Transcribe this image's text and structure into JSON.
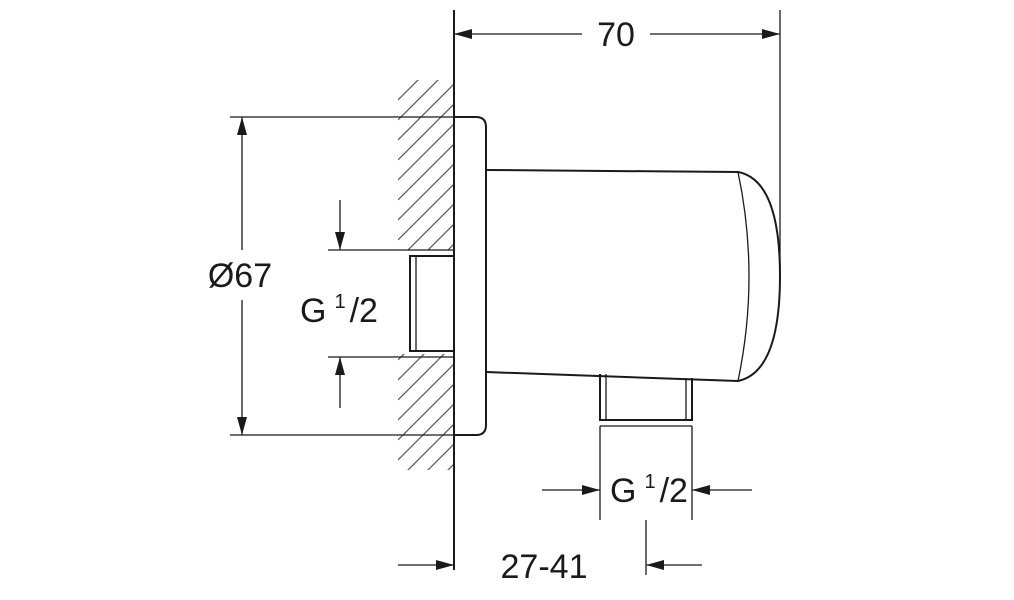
{
  "dimensions": {
    "width_70": "70",
    "diameter_67": "Ø67",
    "inlet_thread_prefix": "G",
    "inlet_thread_sup": "1",
    "inlet_thread_sub": "/2",
    "outlet_thread_prefix": "G",
    "outlet_thread_sup": "1",
    "outlet_thread_sub": "/2",
    "depth_range": "27-41"
  },
  "colors": {
    "ink": "#1a1a1a",
    "hatch": "#555555",
    "background": "#ffffff"
  }
}
